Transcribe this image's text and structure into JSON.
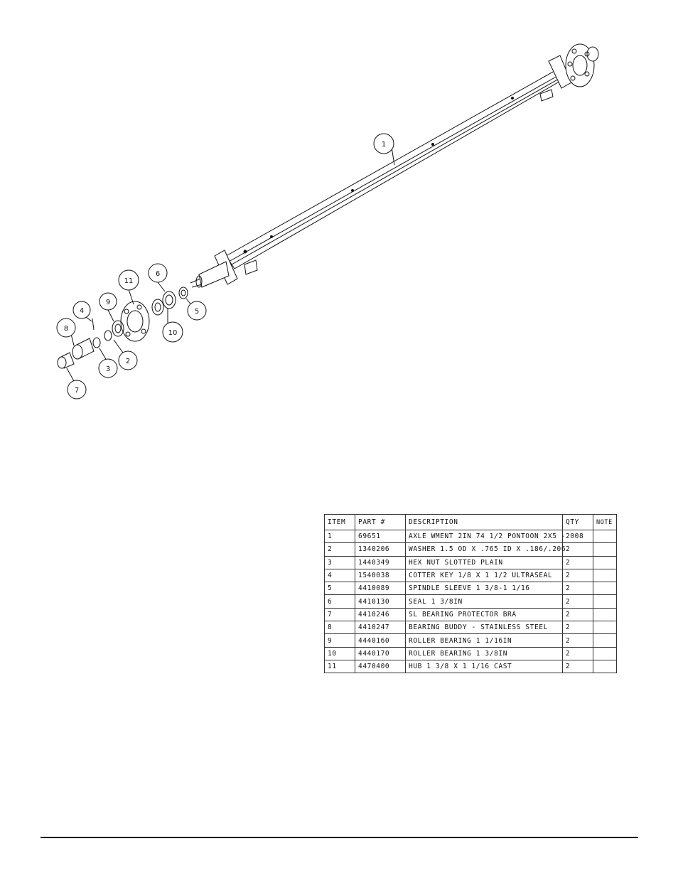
{
  "callouts": [
    {
      "label": "1"
    },
    {
      "label": "2"
    },
    {
      "label": "3"
    },
    {
      "label": "4"
    },
    {
      "label": "5"
    },
    {
      "label": "6"
    },
    {
      "label": "7"
    },
    {
      "label": "8"
    },
    {
      "label": "9"
    },
    {
      "label": "10"
    },
    {
      "label": "11"
    }
  ],
  "bom": {
    "headers": {
      "item": "ITEM",
      "part": "PART #",
      "description": "DESCRIPTION",
      "qty": "QTY",
      "note": "NOTE"
    },
    "rows": [
      {
        "item": "1",
        "part": "69651",
        "description": "AXLE WMENT 2IN  74 1/2 PONTOON 2X5 -",
        "qty": "2008",
        "note": ""
      },
      {
        "item": "2",
        "part": "1340206",
        "description": "WASHER 1.5 OD X .765 ID X .186/.206",
        "qty": "2",
        "note": ""
      },
      {
        "item": "3",
        "part": "1440349",
        "description": "HEX NUT SLOTTED PLAIN",
        "qty": "2",
        "note": ""
      },
      {
        "item": "4",
        "part": "1540038",
        "description": "COTTER KEY 1/8 X 1 1/2 ULTRASEAL",
        "qty": "2",
        "note": ""
      },
      {
        "item": "5",
        "part": "4410089",
        "description": "SPINDLE SLEEVE  1 3/8-1 1/16",
        "qty": "2",
        "note": ""
      },
      {
        "item": "6",
        "part": "4410130",
        "description": "SEAL  1 3/8IN",
        "qty": "2",
        "note": ""
      },
      {
        "item": "7",
        "part": "4410246",
        "description": "SL BEARING PROTECTOR BRA",
        "qty": "2",
        "note": ""
      },
      {
        "item": "8",
        "part": "4410247",
        "description": "BEARING BUDDY - STAINLESS STEEL",
        "qty": "2",
        "note": ""
      },
      {
        "item": "9",
        "part": "4440160",
        "description": "ROLLER BEARING   1 1/16IN",
        "qty": "2",
        "note": ""
      },
      {
        "item": "10",
        "part": "4440170",
        "description": "ROLLER BEARING   1 3/8IN",
        "qty": "2",
        "note": ""
      },
      {
        "item": "11",
        "part": "4470400",
        "description": "HUB   1 3/8 X 1 1/16 CAST",
        "qty": "2",
        "note": ""
      }
    ]
  }
}
